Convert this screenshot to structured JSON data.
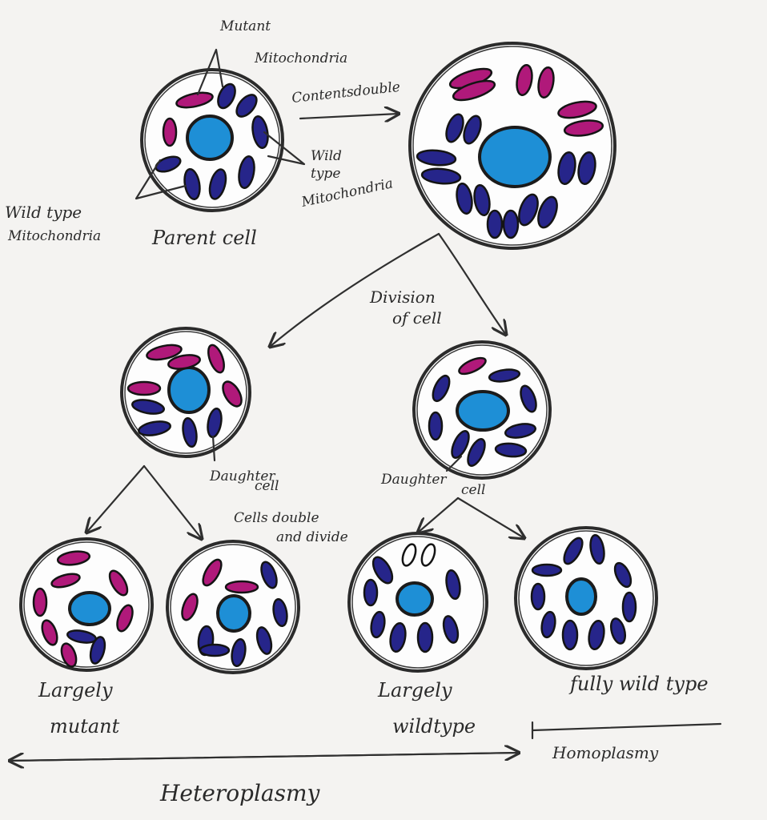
{
  "colors": {
    "mutant": "#b0197a",
    "wild_type": "#26258a",
    "nucleus": "#1e8fd6",
    "ink": "#2a2a2a",
    "paper": "#f4f3f1"
  },
  "labels": {
    "mutant_mitochondria": [
      "Mutant",
      "Mitochondria"
    ],
    "wild_type_mito_right": [
      "Wild",
      "type",
      "Mitochondria"
    ],
    "wild_type_mito_left": [
      "Wild type",
      "Mitochondria"
    ],
    "parent_cell": "Parent cell",
    "contents_double": "Contentsdouble",
    "division_of_cell": [
      "Division",
      "of cell"
    ],
    "daughter_cell_left": [
      "Daughter",
      "cell"
    ],
    "daughter_cell_right": [
      "Daughter",
      "cell"
    ],
    "cells_double_divide": [
      "Cells double",
      "and divide"
    ],
    "largely_mutant": [
      "Largely",
      "mutant"
    ],
    "largely_wild_type": [
      "Largely",
      "wildtype"
    ],
    "fully_wild_type": "fully wild type",
    "homoplasmy": "Homoplasmy",
    "heteroplasmy": "Heteroplasmy"
  }
}
